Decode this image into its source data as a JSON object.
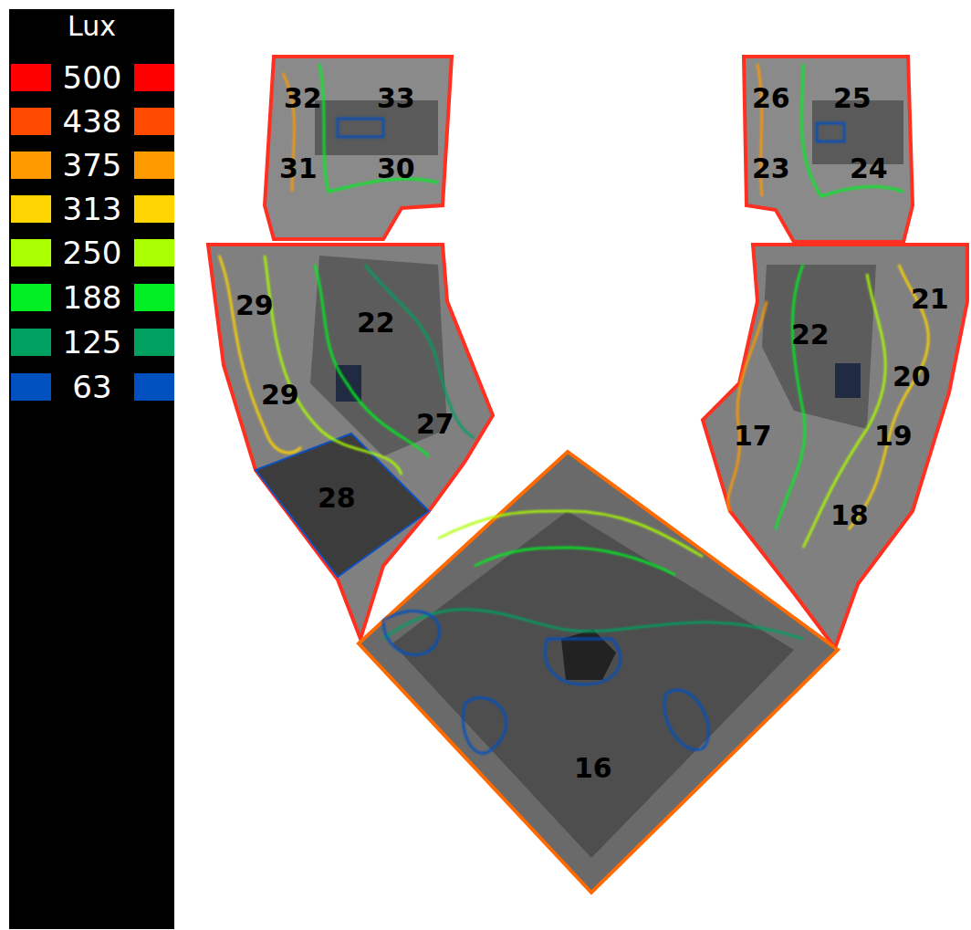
{
  "diagram": {
    "labels": [
      "Lux",
      "32",
      "33",
      "26",
      "25",
      "31",
      "30",
      "23",
      "24",
      "21",
      "29",
      "22",
      "22",
      "20",
      "29",
      "27",
      "17",
      "19",
      "28",
      "18",
      "16"
    ],
    "legend": [
      {
        "text": "500",
        "color": "#ff0000"
      },
      {
        "text": "438",
        "color": "#ff4a00"
      },
      {
        "text": "375",
        "color": "#ff9a00"
      },
      {
        "text": "313",
        "color": "#ffd400"
      },
      {
        "text": "250",
        "color": "#aaff00"
      },
      {
        "text": "188",
        "color": "#00ee22"
      },
      {
        "text": "125",
        "color": "#00a060"
      },
      {
        "text": "63",
        "color": "#0050c0"
      }
    ]
  }
}
